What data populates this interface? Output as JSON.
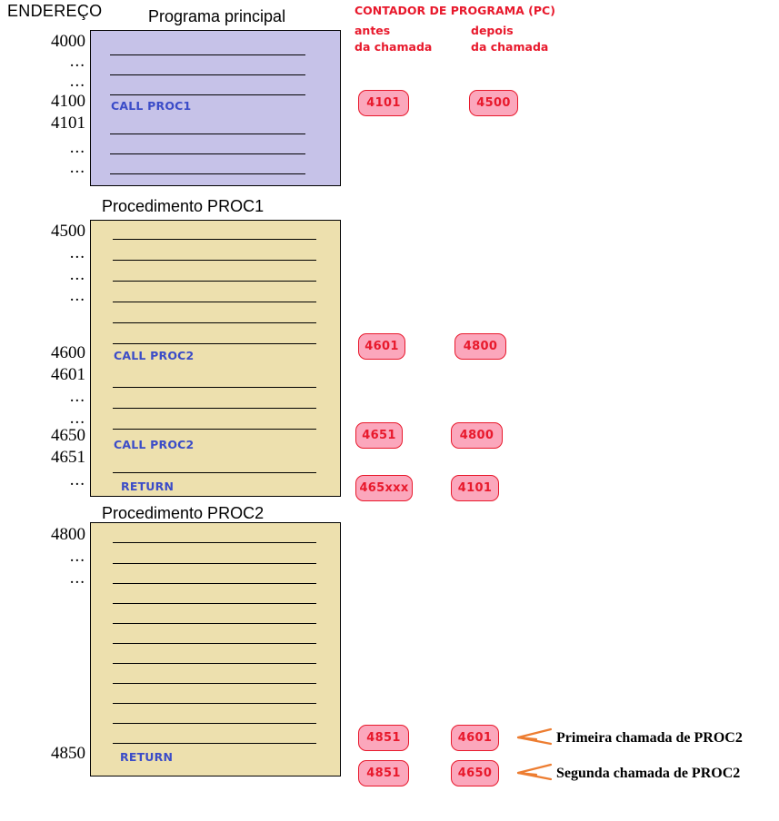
{
  "headers": {
    "address_column": "ENDEREÇO",
    "pc_title": "CONTADOR DE PROGRAMA (PC)",
    "pc_before_line1": "antes",
    "pc_before_line2": "da chamada",
    "pc_after_line1": "depois",
    "pc_after_line2": "da chamada"
  },
  "colors": {
    "main_block_fill": "#C6C2E8",
    "proc_block_fill": "#EDE0AE",
    "block_border": "#000000",
    "instruction_text": "#3B4CC8",
    "pc_red": "#E8192C",
    "badge_fill": "#FBA7BC",
    "arrow_orange": "#ED7D31"
  },
  "blocks": [
    {
      "title": "Programa principal",
      "kind": "main",
      "addresses": [
        "4000",
        "...",
        "...",
        "4100",
        "4101",
        "...",
        "..."
      ],
      "instructions": [
        "CALL PROC1"
      ]
    },
    {
      "title": "Procedimento  PROC1",
      "kind": "proc",
      "addresses": [
        "4500",
        "...",
        "...",
        "...",
        "4600",
        "4601",
        "...",
        "...",
        "4650",
        "4651",
        "..."
      ],
      "instructions": [
        "CALL PROC2",
        "CALL PROC2",
        "RETURN"
      ]
    },
    {
      "title": "Procedimento  PROC2",
      "kind": "proc",
      "addresses": [
        "4800",
        "...",
        "...",
        "4850"
      ],
      "instructions": [
        "RETURN"
      ]
    }
  ],
  "pc_badges": {
    "main_call_before": "4101",
    "main_call_after": "4500",
    "proc1_call1_before": "4601",
    "proc1_call1_after": "4800",
    "proc1_call2_before": "4651",
    "proc1_call2_after": "4800",
    "proc1_return_before": "465xxx",
    "proc1_return_after": "4101",
    "proc2_return1_before": "4851",
    "proc2_return1_after": "4601",
    "proc2_return2_before": "4851",
    "proc2_return2_after": "4650"
  },
  "annotations": [
    {
      "text": "Primeira chamada de PROC2"
    },
    {
      "text": "Segunda chamada de PROC2"
    }
  ]
}
